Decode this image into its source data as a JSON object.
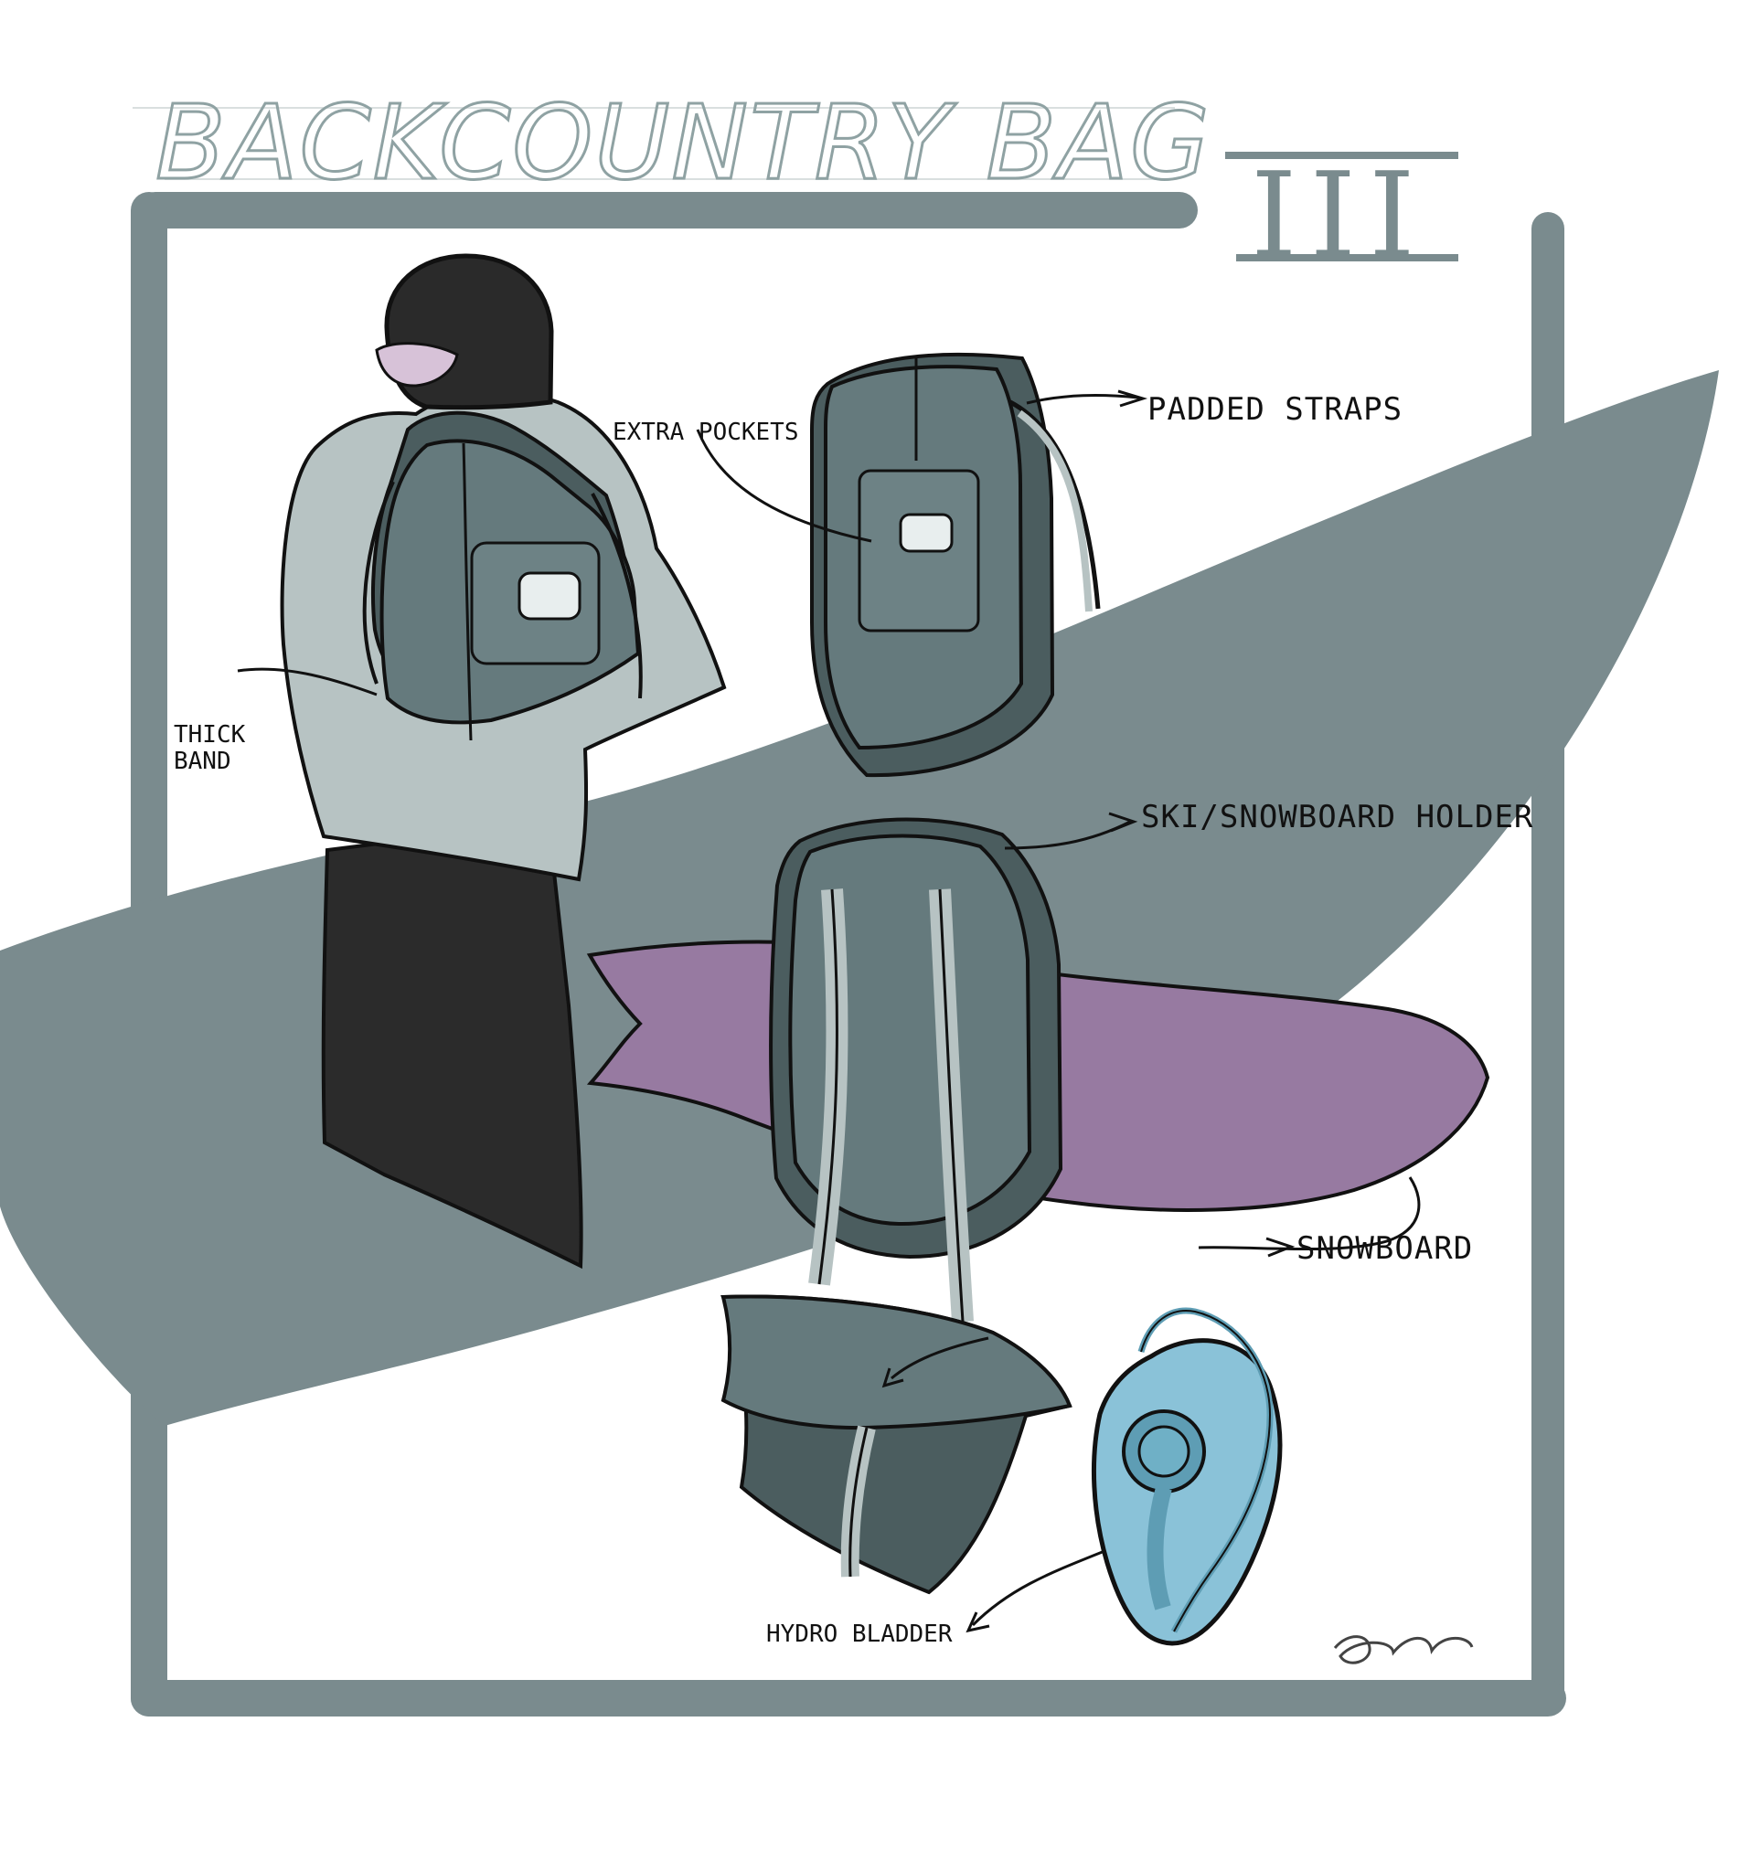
{
  "title": "BACKCOUNTRY BAG",
  "page_number": "III",
  "labels": {
    "extra_pockets": "EXTRA POCKETS",
    "padded_straps": "PADDED STRAPS",
    "thick_band_line1": "THICK",
    "thick_band_line2": "BAND",
    "holder": "SKI/SNOWBOARD HOLDER",
    "snowboard": "SNOWBOARD",
    "hydro_bladder": "HYDRO BLADDER"
  },
  "colors": {
    "frame": "#7a8b8e",
    "slope": "#7a8b8e",
    "bag_dark": "#4b5d5f",
    "bag_mid": "#657a7d",
    "jacket": "#b7c3c3",
    "pants": "#2b2b2b",
    "helmet": "#2a2a2a",
    "goggles": "#d7c2d8",
    "snowboard": "#977aa1",
    "bladder": "#8ac2d8",
    "title_stroke": "#8fa2a3"
  },
  "icons": {
    "arrow": "arrow-right-icon"
  }
}
